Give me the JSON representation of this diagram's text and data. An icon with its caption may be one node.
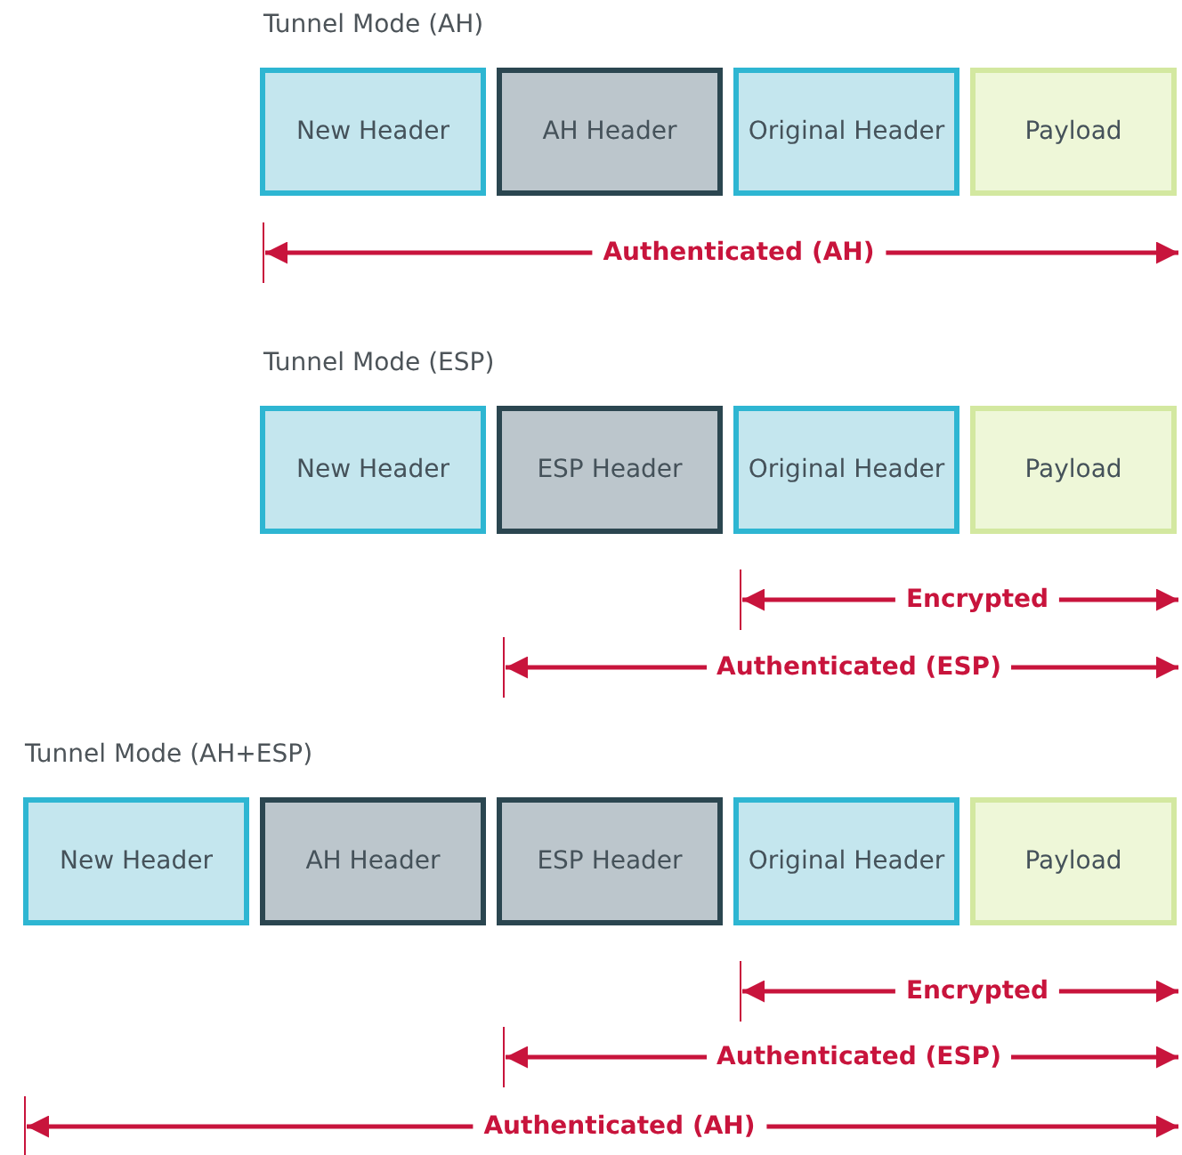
{
  "diagram": {
    "nodes": [
      {
        "text": [
          "New Header"
        ]
      },
      {
        "text": [
          "AH Header"
        ]
      },
      {
        "text": [
          "Original Header"
        ]
      },
      {
        "text": [
          "Payload"
        ]
      },
      {
        "text": [
          "New Header"
        ]
      },
      {
        "text": [
          "ESP Header"
        ]
      },
      {
        "text": [
          "Original Header"
        ]
      },
      {
        "text": [
          "Payload"
        ]
      },
      {
        "text": [
          "New Header"
        ]
      },
      {
        "text": [
          "AH Header"
        ]
      },
      {
        "text": [
          "ESP Header"
        ]
      },
      {
        "text": [
          "Original Header"
        ]
      },
      {
        "text": [
          "Payload"
        ]
      }
    ],
    "labels": [
      "Tunnel Mode (AH)",
      "Authenticated (AH)",
      "Tunnel Mode (ESP)",
      "Encrypted",
      "Authenticated (ESP)",
      "Tunnel Mode (AH+ESP)",
      "Encrypted",
      "Authenticated (ESP)",
      "Authenticated (AH)"
    ]
  }
}
